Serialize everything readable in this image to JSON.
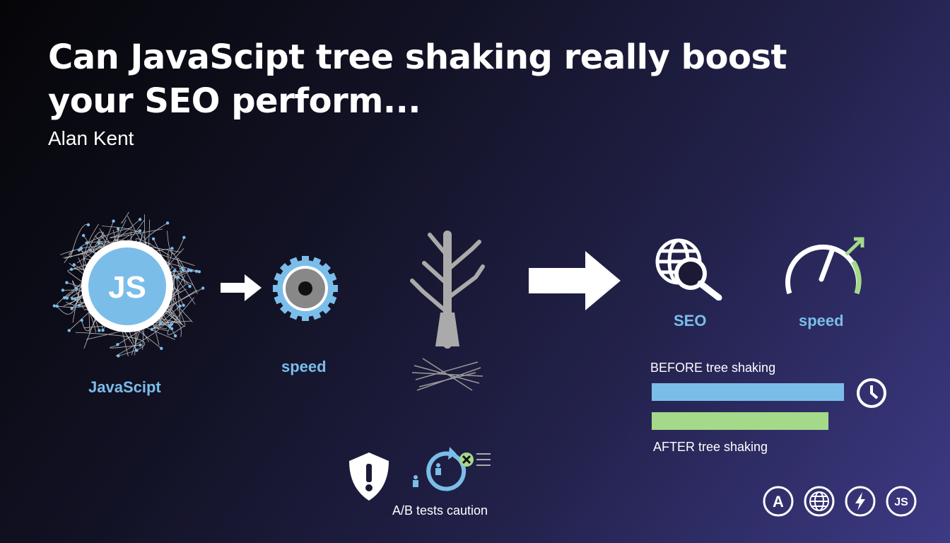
{
  "header": {
    "title": "Can JavaScipt tree shaking really boost your SEO perform...",
    "author": "Alan Kent"
  },
  "diagram": {
    "js_badge": "JS",
    "js_label": "JavaScipt",
    "gear_label": "speed",
    "seo_label": "SEO",
    "speed_label": "speed",
    "before_label": "BEFORE tree shaking",
    "after_label": "AFTER tree shaking",
    "before_value": 100,
    "after_value": 92,
    "ab_label": "A/B tests caution",
    "footer_icons": [
      "A",
      "globe-icon",
      "lightning-icon",
      "JS"
    ]
  },
  "colors": {
    "blue": "#7bbde9",
    "green": "#a5d98a"
  }
}
